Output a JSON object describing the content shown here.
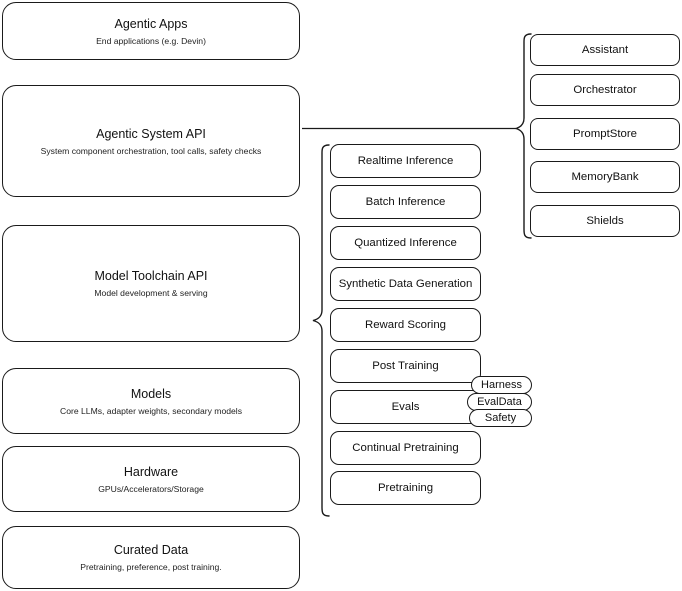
{
  "diagram": {
    "title": "Agentic stack layered architecture",
    "stroke_color": "#1a1a1a",
    "background_color": "#ffffff"
  },
  "stack_layers": [
    {
      "id": "agentic-apps",
      "title": "Agentic Apps",
      "subtitle": "End applications (e.g. Devin)"
    },
    {
      "id": "agentic-system-api",
      "title": "Agentic System API",
      "subtitle": "System component orchestration, tool calls, safety checks"
    },
    {
      "id": "model-toolchain-api",
      "title": "Model Toolchain API",
      "subtitle": "Model development & serving"
    },
    {
      "id": "models",
      "title": "Models",
      "subtitle": "Core LLMs, adapter weights, secondary models"
    },
    {
      "id": "hardware",
      "title": "Hardware",
      "subtitle": "GPUs/Accelerators/Storage"
    },
    {
      "id": "curated-data",
      "title": "Curated Data",
      "subtitle": "Pretraining, preference, post training."
    }
  ],
  "toolchain_capabilities": [
    {
      "id": "realtime-inference",
      "label": "Realtime Inference"
    },
    {
      "id": "batch-inference",
      "label": "Batch Inference"
    },
    {
      "id": "quantized-inference",
      "label": "Quantized Inference"
    },
    {
      "id": "synthetic-data-generation",
      "label": "Synthetic Data Generation"
    },
    {
      "id": "reward-scoring",
      "label": "Reward Scoring"
    },
    {
      "id": "post-training",
      "label": "Post Training"
    },
    {
      "id": "evals",
      "label": "Evals"
    },
    {
      "id": "continual-pretraining",
      "label": "Continual Pretraining"
    },
    {
      "id": "pretraining",
      "label": "Pretraining"
    }
  ],
  "eval_badges": [
    {
      "id": "harness",
      "label": "Harness"
    },
    {
      "id": "evaldata",
      "label": "EvalData"
    },
    {
      "id": "safety",
      "label": "Safety"
    }
  ],
  "system_components": [
    {
      "id": "assistant",
      "label": "Assistant"
    },
    {
      "id": "orchestrator",
      "label": "Orchestrator"
    },
    {
      "id": "promptstore",
      "label": "PromptStore"
    },
    {
      "id": "memorybank",
      "label": "MemoryBank"
    },
    {
      "id": "shields",
      "label": "Shields"
    }
  ]
}
